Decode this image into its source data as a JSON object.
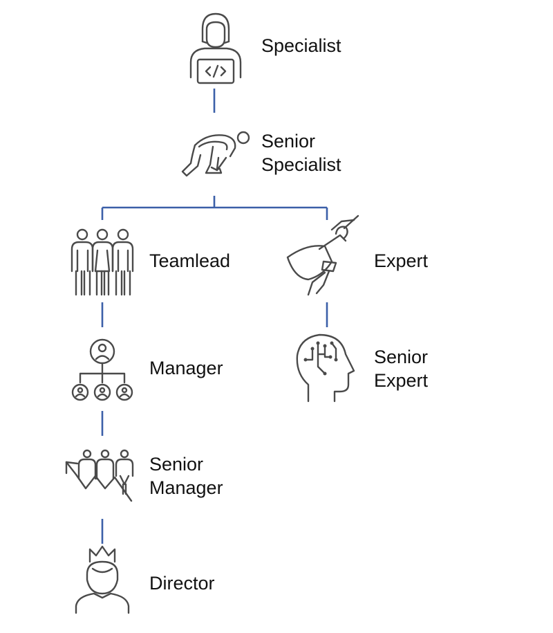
{
  "colors": {
    "connector": "#3b5fa8",
    "icon": "#4a4a4a",
    "text": "#111111",
    "background": "#ffffff"
  },
  "nodes": {
    "specialist": {
      "label": "Specialist",
      "icon": "developer-laptop-icon"
    },
    "senior_specialist": {
      "line1": "Senior",
      "line2": "Specialist",
      "icon": "sprinter-start-icon"
    },
    "teamlead": {
      "label": "Teamlead",
      "icon": "team-of-three-icon"
    },
    "expert": {
      "label": "Expert",
      "icon": "superhero-flying-icon"
    },
    "manager": {
      "label": "Manager",
      "icon": "org-chart-icon"
    },
    "senior_expert": {
      "line1": "Senior",
      "line2": "Expert",
      "icon": "brain-circuit-head-icon"
    },
    "senior_manager": {
      "line1": "Senior",
      "line2": "Manager",
      "icon": "team-growth-arrow-icon"
    },
    "director": {
      "label": "Director",
      "icon": "crowned-person-icon"
    }
  }
}
